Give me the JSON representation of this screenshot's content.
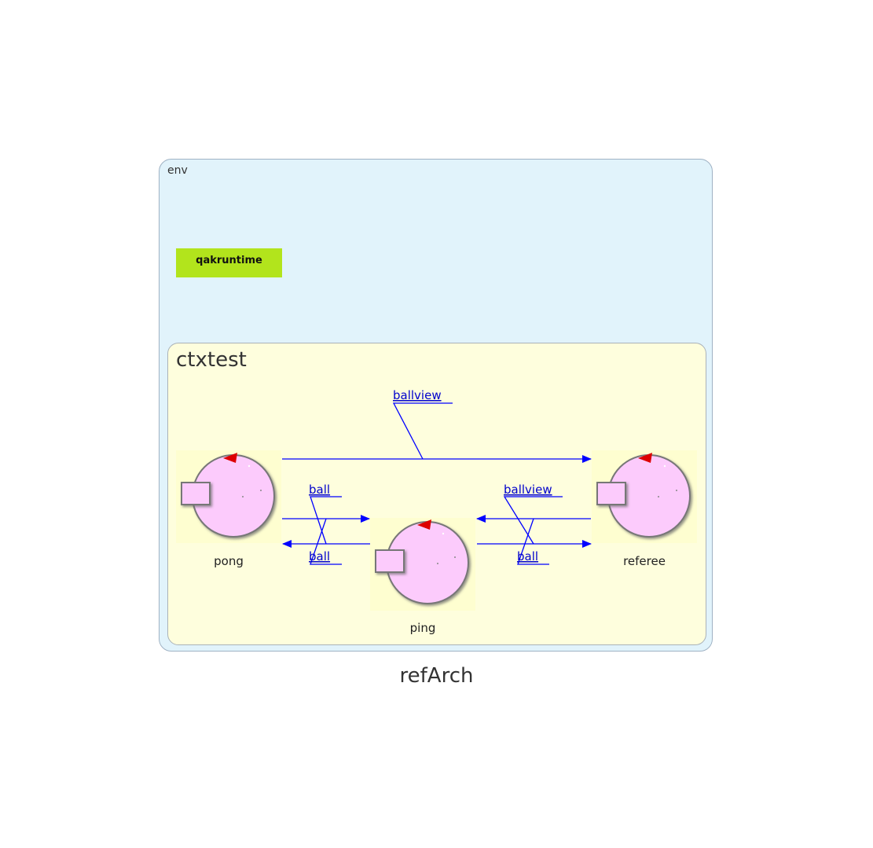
{
  "diagram_title": "refArch",
  "env": {
    "label": "env"
  },
  "runtime": {
    "label": "qakruntime"
  },
  "context": {
    "label": "ctxtest"
  },
  "actors": {
    "pong": "pong",
    "ping": "ping",
    "referee": "referee"
  },
  "messages": {
    "pong_to_referee": "ballview",
    "pong_to_ping": "ball",
    "ping_to_pong": "ball",
    "referee_to_ping": "ballview",
    "ping_to_referee": "ball"
  },
  "colors": {
    "env_bg": "#e1f3fb",
    "context_bg": "#fefedd",
    "runtime_bg": "#b2e41c",
    "actor_fill": "#fccbfc",
    "actor_bg": "#fefed0",
    "arrow": "#0000ff",
    "marker": "#dd0000"
  }
}
